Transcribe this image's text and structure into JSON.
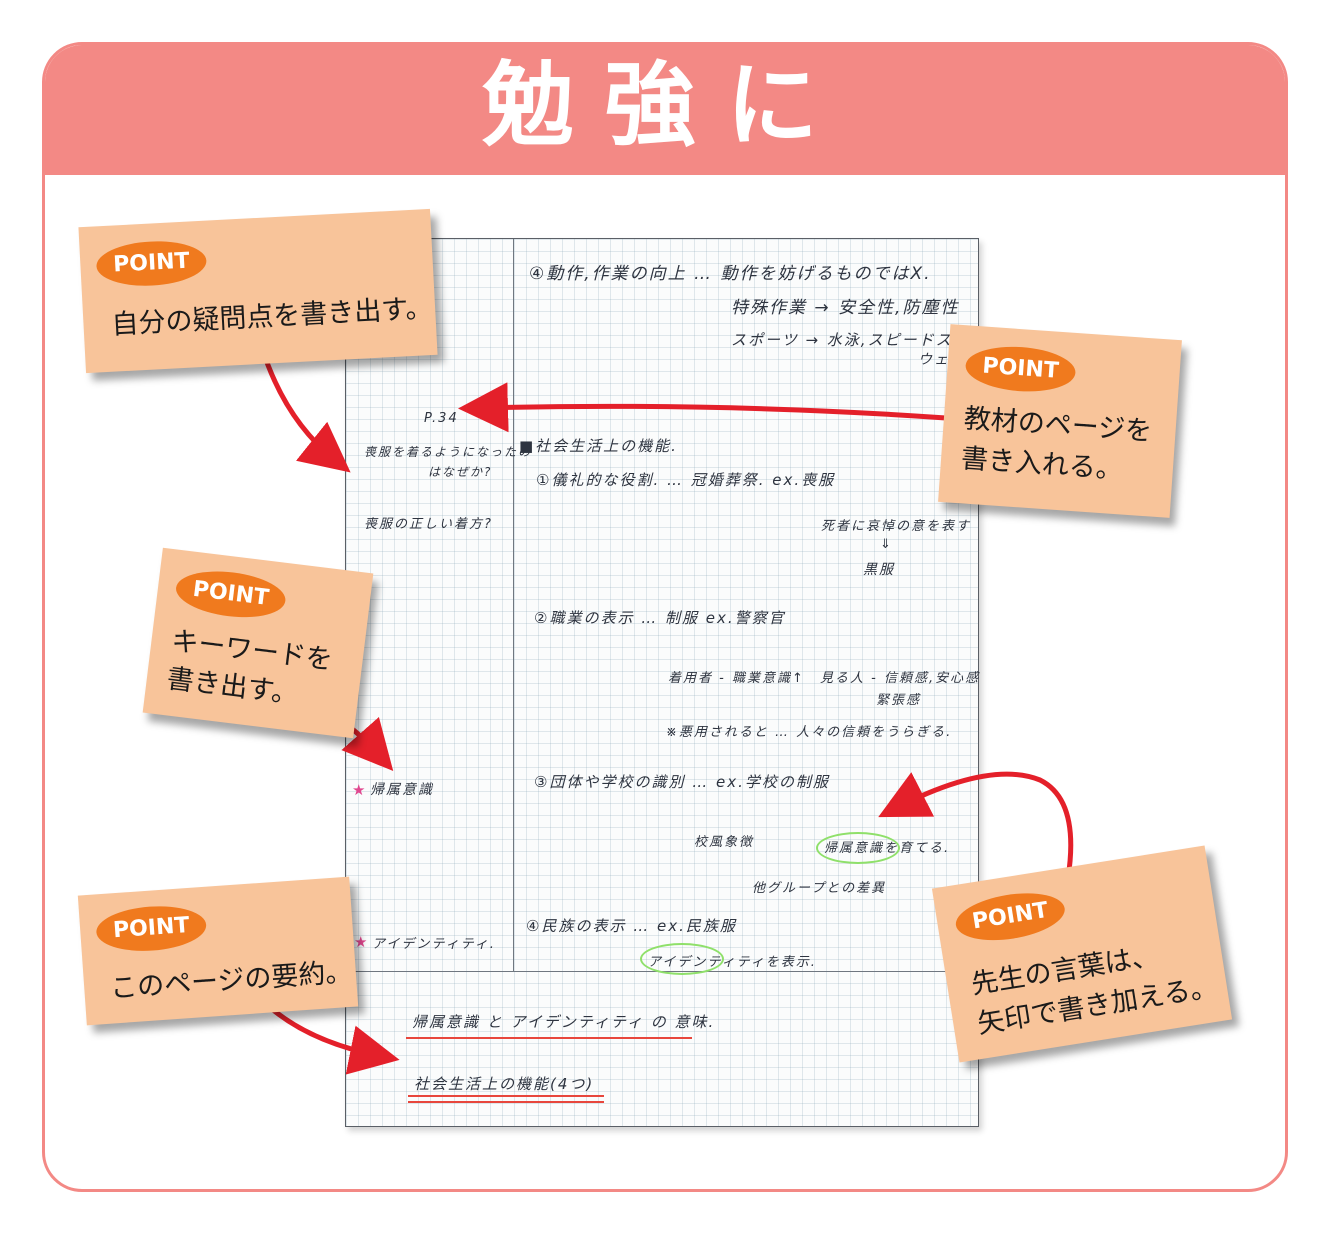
{
  "header": {
    "title": "勉強に"
  },
  "point_label": "POINT",
  "cards": {
    "questions": {
      "line1": "自分の疑問点を書き出す。"
    },
    "page": {
      "line1": "教材のページを",
      "line2": "書き入れる。"
    },
    "keyword": {
      "line1": "キーワードを",
      "line2": "書き出す。"
    },
    "summary": {
      "line1": "このページの要約。"
    },
    "teacher": {
      "line1": "先生の言葉は、",
      "line2": "矢印で書き加える。"
    }
  },
  "notebook": {
    "top_lines": [
      "④動作,作業の向上 … 動作を妨げるものではX.",
      "特殊作業 → 安全性,防塵性",
      "スポーツ → 水泳,スピードスケート",
      "ウェア"
    ],
    "page_ref": "P.34",
    "margin_question_1": "喪服を着るようになったの",
    "margin_question_2": "はなぜか?",
    "margin_question_3": "喪服の正しい着方?",
    "margin_keyword_1": "帰属意識",
    "margin_keyword_2": "アイデンティティ.",
    "section_title": "■社会生活上の機能.",
    "item1": "①儀礼的な役割. … 冠婚葬祭. ex.喪服",
    "item1_sub1": "死者に哀悼の意を表す",
    "item1_sub2": "⇓",
    "item1_sub3": "黒服",
    "item2": "②職業の表示 … 制服 ex.警察官",
    "item2_sub1": "着用者 - 職業意識↑",
    "item2_sub2": "見る人 - 信頼感,安心感",
    "item2_sub3": "緊張感",
    "item2_sub4": "※悪用されると … 人々の信頼をうらぎる.",
    "item3": "③団体や学校の識別 … ex.学校の制服",
    "item3_sub1": "校風象徴",
    "item3_sub2": "帰属意識を育てる.",
    "item3_sub3": "他グループとの差異",
    "item4": "④民族の表示 … ex.民族服",
    "item4_sub1": "アイデンティティを表示.",
    "summary_1": "帰属意識 と アイデンティティ の 意味.",
    "summary_2": "社会生活上の機能(4つ)"
  },
  "colors": {
    "header": "#f38985",
    "card": "#f8c49a",
    "point_badge": "#f07a1e",
    "arrow": "#e4202a"
  }
}
